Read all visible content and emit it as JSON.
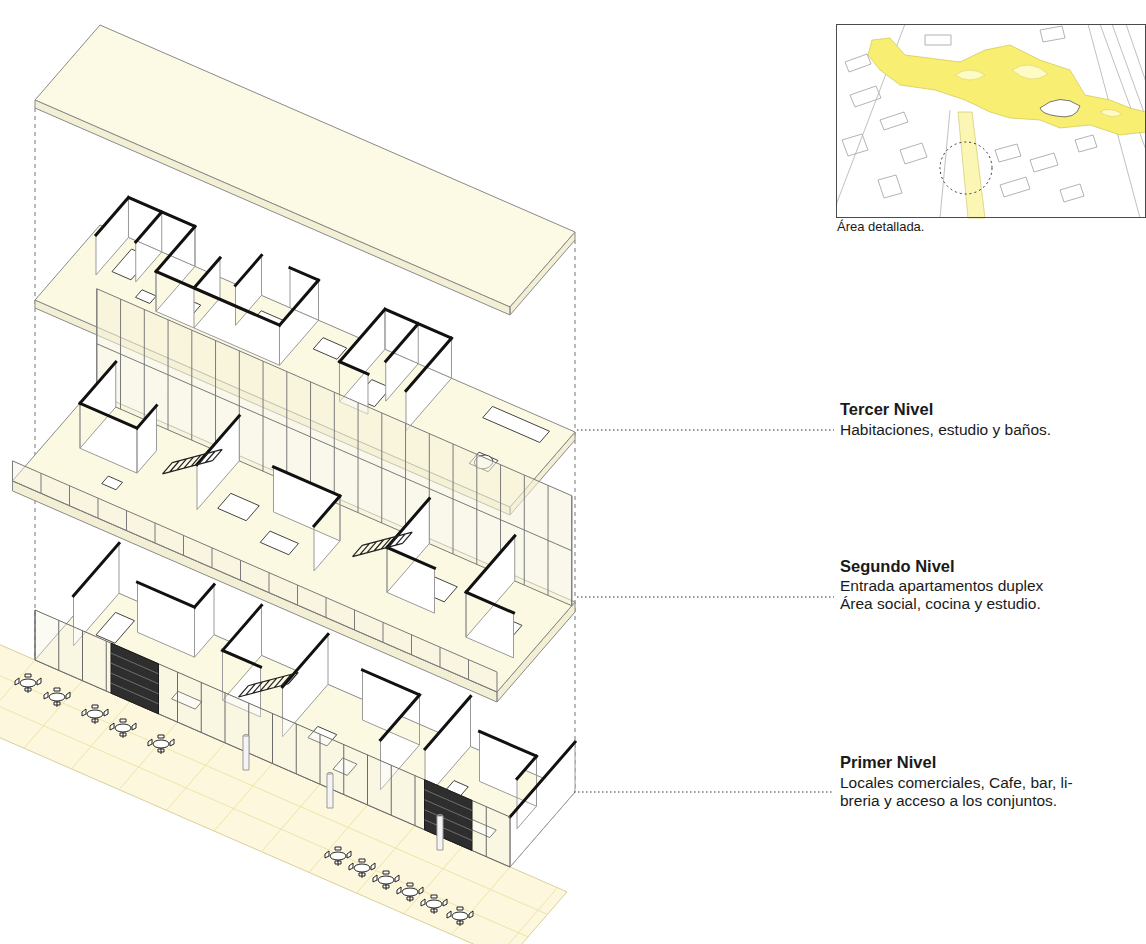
{
  "diagram": {
    "nodes": [
      {
        "text": [
          "Área detallada."
        ]
      }
    ],
    "labels": [
      "Tercer Nivel",
      "Habitaciones, estudio y baños.",
      "Segundo Nivel",
      "Entrada apartamentos duplex Área social, cocina y estudio.",
      "Primer Nivel",
      "Locales comerciales, Cafe, bar, li- breria y acceso a los conjuntos."
    ]
  }
}
